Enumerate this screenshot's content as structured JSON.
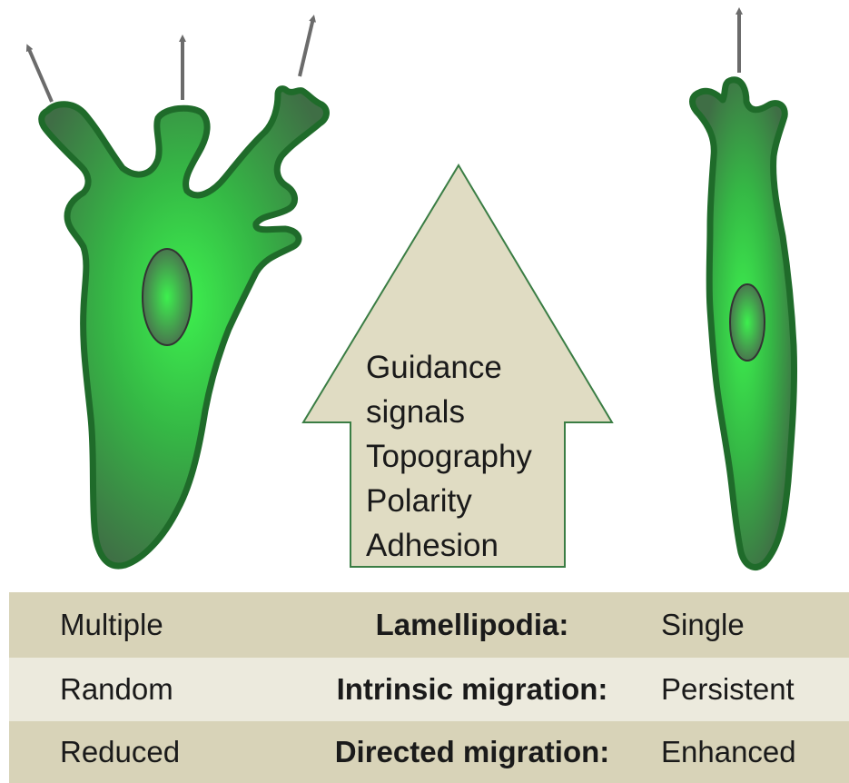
{
  "guidance_arrow": {
    "lines": [
      "Guidance",
      "signals",
      "Topography",
      "Polarity",
      "Adhesion"
    ]
  },
  "comparison_table": {
    "rows": [
      {
        "left": "Multiple",
        "label": "Lamellipodia:",
        "right": "Single"
      },
      {
        "left": "Random",
        "label": "Intrinsic migration:",
        "right": "Persistent"
      },
      {
        "left": "Reduced",
        "label": "Directed migration:",
        "right": "Enhanced"
      }
    ]
  },
  "colors": {
    "cell_fill_light": "#3df04e",
    "cell_fill_dark": "#3f6e45",
    "cell_outline": "#1f6b2a",
    "arrow_fill": "#e0dcc3",
    "arrow_outline": "#3a7d44",
    "motion_arrow": "#6b6b6b",
    "row_dark": "#d8d3b8",
    "row_light": "#eceadd"
  }
}
